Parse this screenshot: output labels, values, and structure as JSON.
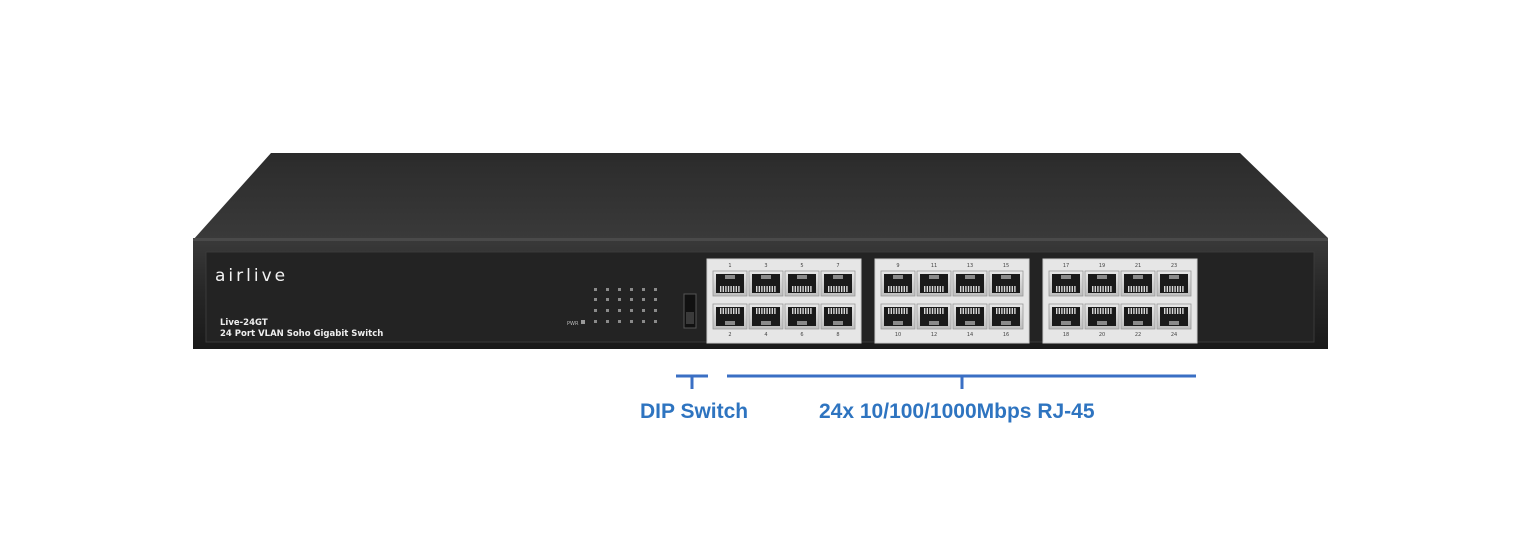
{
  "device": {
    "brand": "airlive",
    "model": "Live-24GT",
    "description": "24 Port VLAN Soho Gigabit Switch",
    "pwr_label": "PWR"
  },
  "callouts": {
    "dip_switch": "DIP Switch",
    "rj45": "24x 10/100/1000Mbps RJ-45"
  },
  "port_numbers_top": [
    "1",
    "3",
    "5",
    "7",
    "9",
    "11",
    "13",
    "15",
    "17",
    "19",
    "21",
    "23"
  ],
  "port_numbers_bottom": [
    "2",
    "4",
    "6",
    "8",
    "10",
    "12",
    "14",
    "16",
    "18",
    "20",
    "22",
    "24"
  ],
  "colors": {
    "callout_blue": "#3a6fc4",
    "label_blue": "#2e74c0",
    "chassis": "#2a2a2a"
  }
}
